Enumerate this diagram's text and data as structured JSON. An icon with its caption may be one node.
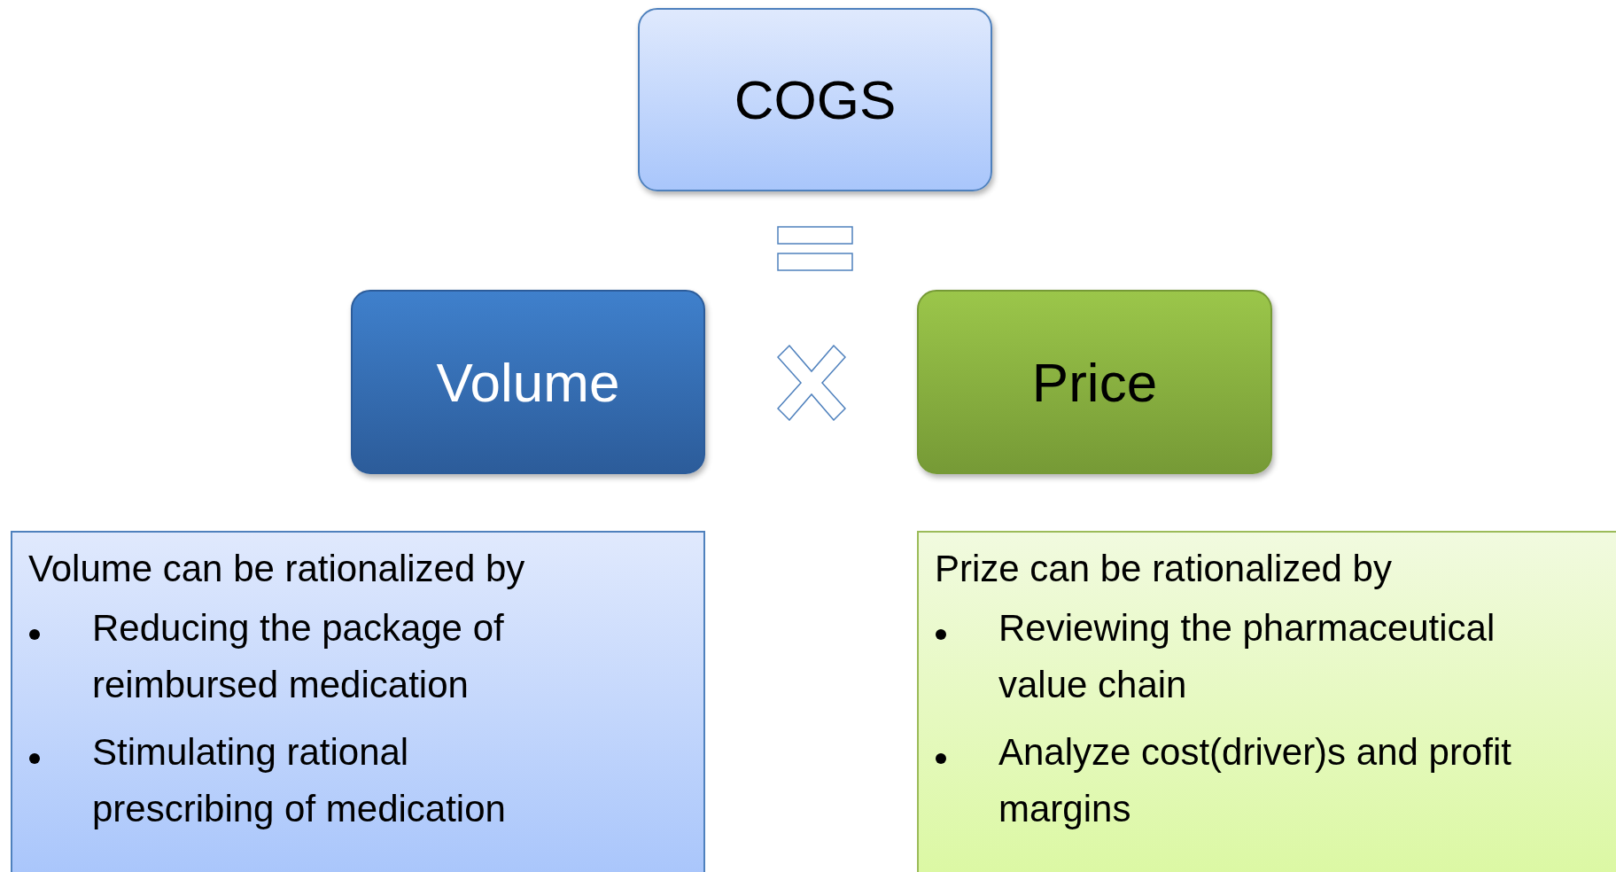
{
  "diagram": {
    "nodes": [
      {
        "text": [
          "COGS"
        ]
      },
      {
        "text": [
          "Volume"
        ]
      },
      {
        "text": [
          "Price"
        ]
      },
      {
        "text": [
          "Volume can be rationalized by",
          "Reducing the package of reimbursed medication",
          "Stimulating rational prescribing of medication"
        ]
      },
      {
        "text": [
          "Prize can be rationalized by",
          "Reviewing the pharmaceutical value chain",
          "Analyze cost(driver)s and profit margins"
        ]
      }
    ],
    "edges": []
  }
}
